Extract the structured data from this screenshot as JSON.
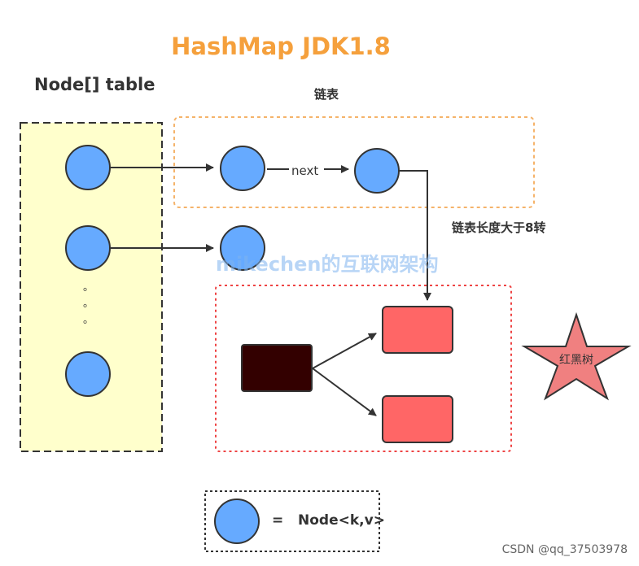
{
  "title": "HashMap JDK1.8",
  "table_label": "Node[] table",
  "linked_list_label": "链表",
  "next_label": "next",
  "convert_label": "链表长度大于8转",
  "red_black_tree_label": "红黑树",
  "table_dots": [
    "。",
    "。",
    "。"
  ],
  "legend": {
    "equals": "=",
    "text": "Node<k,v>"
  },
  "watermark": "mikechen的互联网架构",
  "footer": "CSDN @qq_37503978",
  "colors": {
    "node_fill": "#66aaff",
    "table_fill": "#ffffcc",
    "tree_root": "#330000",
    "tree_node": "#ff6666",
    "title": "#f5a03c",
    "list_border": "#f5b36a",
    "tree_border": "#ee4444",
    "star": "#f08080"
  }
}
